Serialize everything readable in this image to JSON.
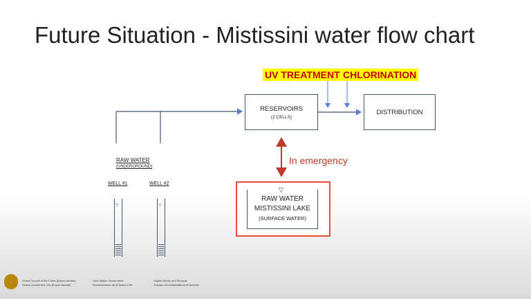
{
  "slide": {
    "title": "Future Situation - Mistissini water flow chart"
  },
  "diagram": {
    "uv_treatment": "UV TREATMENT",
    "chlorination": "CHLORINATION",
    "reservoirs": {
      "label": "RESERVOIRS",
      "sub": "(2 CELLS)"
    },
    "distribution": "DISTRIBUTION",
    "raw_water": {
      "label": "RAW WATER",
      "sub": "(UNDERGROUND)"
    },
    "well1": "WELL #1",
    "well2": "WELL #2",
    "emergency": "In emergency",
    "lake": {
      "line1": "RAW WATER",
      "line2": "MISTISSINI LAKE",
      "sub": "(SURFACE WATER)"
    }
  },
  "footer": {
    "org1": "Grand Council of the Crees (Eeyou Istchee)",
    "org2": "Grand Conseil des Cris (Eeyou Istchee)",
    "org3": "Cree Nation Government",
    "org4": "Gouvernement de la Nation Crie",
    "org5": "Capital Works and Services",
    "org6": "Travaux d'immobilisations et services"
  },
  "colors": {
    "flow_line": "#44546a",
    "highlight": "#ffff00",
    "highlight_text": "#c00000",
    "emergency": "#e74c3c"
  }
}
